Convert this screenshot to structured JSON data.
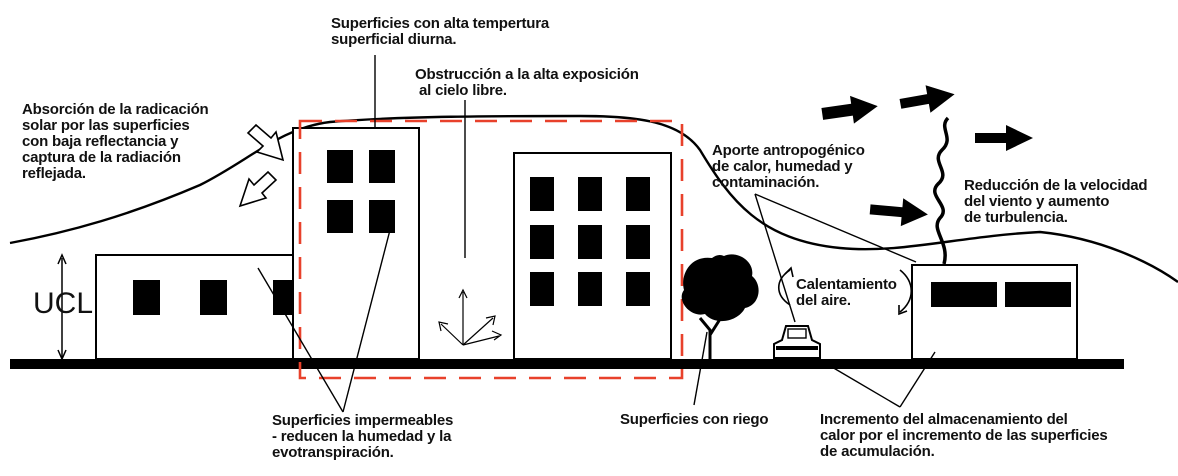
{
  "labels": {
    "surface_temp": [
      "Superficies con alta tempertura",
      "superficial diurna."
    ],
    "sky_obstruction": [
      "Obstrucción a la alta exposición",
      "al cielo libre."
    ],
    "absorption": [
      "Absorción de la radicación",
      "solar por las superficies",
      "con baja reflectancia y",
      "captura de la radiación",
      "reflejada."
    ],
    "anthropogenic": [
      "Aporte antropogénico",
      "de calor, humedad y",
      "contaminación."
    ],
    "wind": [
      "Reducción de la velocidad",
      "del viento y aumento",
      "de turbulencia."
    ],
    "air_heating": [
      "Calentamiento",
      "del aire."
    ],
    "ucl": "UCL",
    "impermeable": [
      "Superficies impermeables",
      "- reducen la humedad y la",
      "evotranspiración."
    ],
    "irrigation": "Superficies con riego",
    "storage": [
      "Incremento del almacenamiento del",
      "calor por el incremento de las superficies",
      "de acumulación."
    ]
  },
  "colors": {
    "ink": "#000000",
    "dashed_box": "#e8412b",
    "background": "#ffffff"
  }
}
